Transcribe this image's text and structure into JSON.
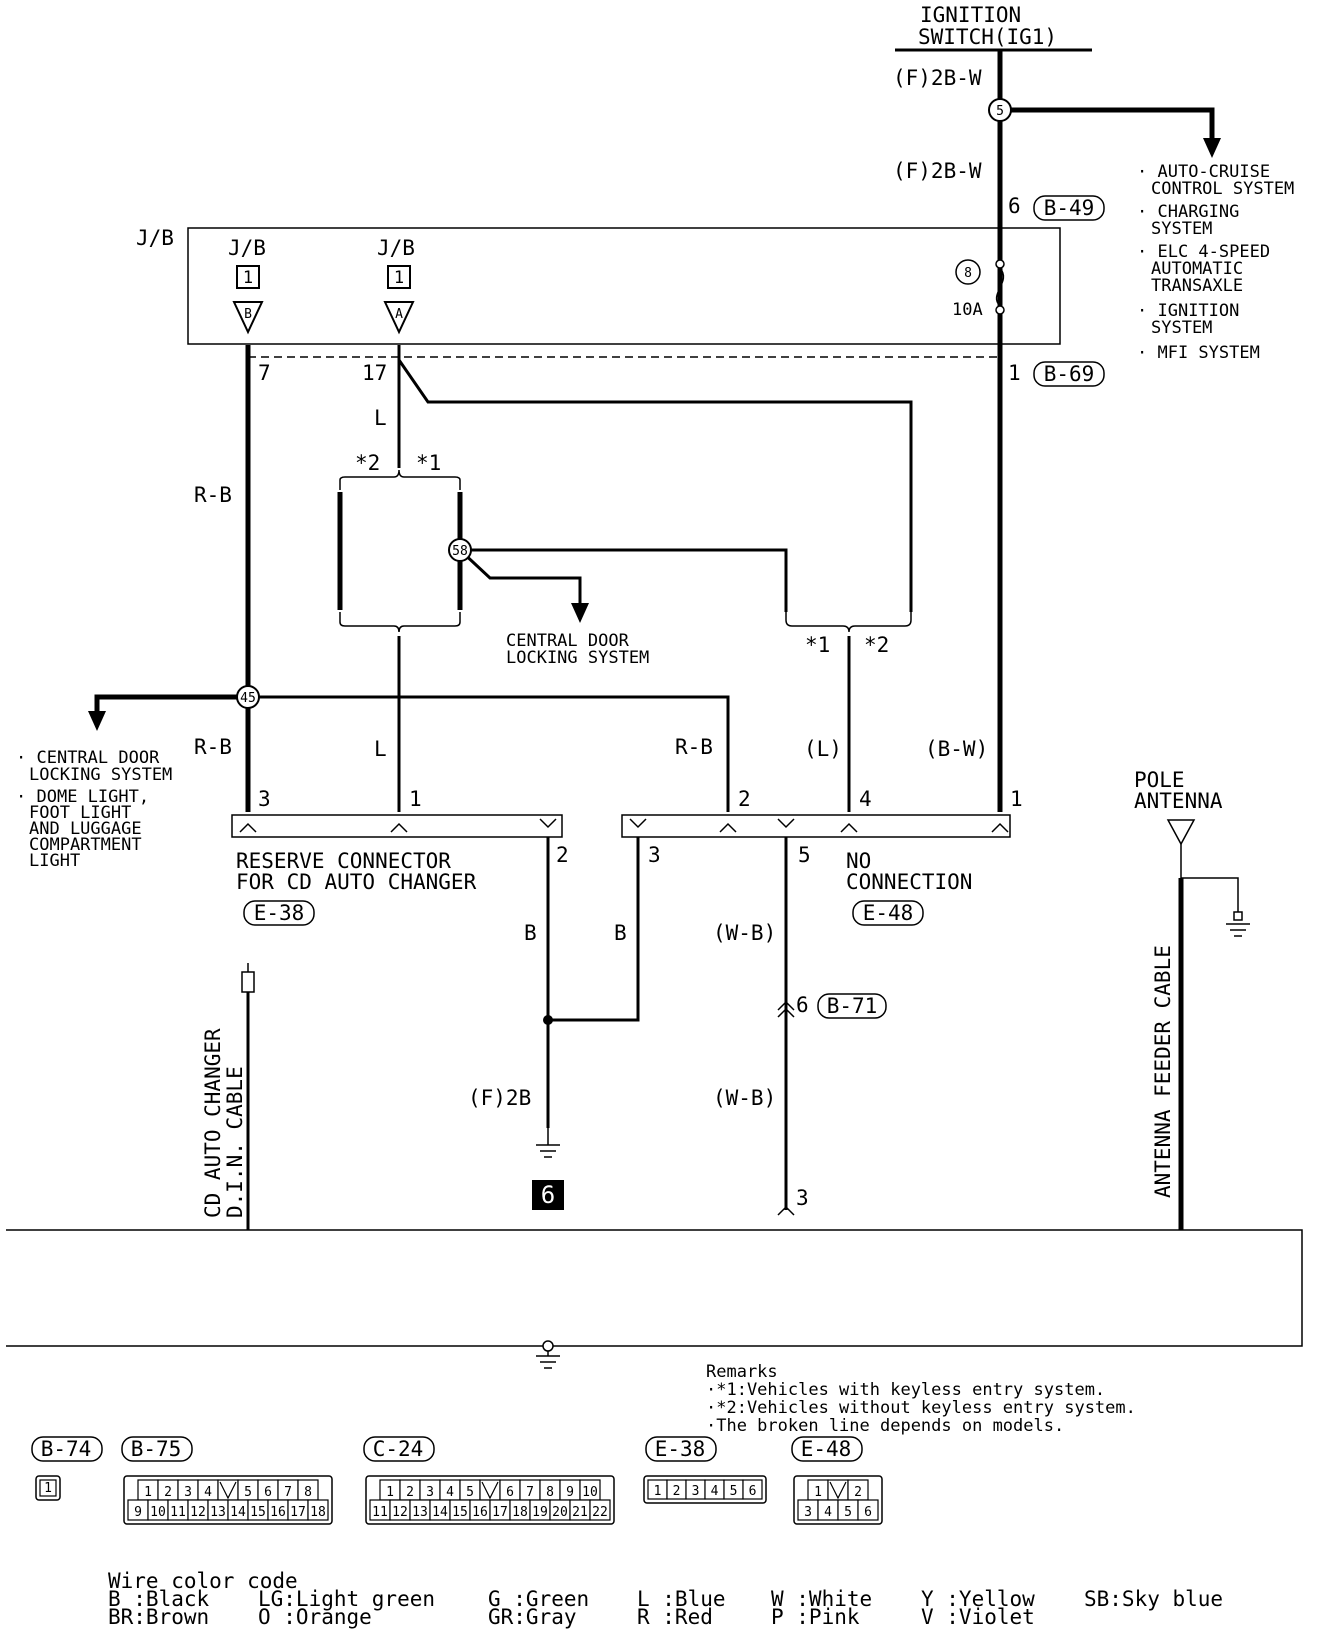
{
  "ignition": {
    "line1": "IGNITION",
    "line2": "SWITCH(IG1)"
  },
  "wires": {
    "f2bw_top": "(F)2B-W",
    "f2bw_mid": "(F)2B-W",
    "rb_left": "R-B",
    "rb_lower": "R-B",
    "rb_right": "R-B",
    "l_upper": "L",
    "l_lower": "L",
    "l_paren": "(L)",
    "bw_paren": "(B-W)",
    "b_left": "B",
    "b_right": "B",
    "wb_upper": "(W-B)",
    "wb_lower": "(W-B)",
    "f2b": "(F)2B"
  },
  "auto_systems": [
    [
      "AUTO-CRUISE",
      "CONTROL SYSTEM"
    ],
    [
      "CHARGING",
      "SYSTEM"
    ],
    [
      "ELC 4-SPEED",
      "AUTOMATIC",
      "TRANSAXLE"
    ],
    [
      "IGNITION",
      "SYSTEM"
    ],
    [
      "MFI SYSTEM"
    ]
  ],
  "left_systems": [
    [
      "CENTRAL DOOR",
      "LOCKING SYSTEM"
    ],
    [
      "DOME LIGHT,",
      "FOOT LIGHT",
      "AND LUGGAGE",
      "COMPARTMENT",
      "LIGHT"
    ]
  ],
  "central_door": [
    "CENTRAL DOOR",
    "LOCKING SYSTEM"
  ],
  "jb": {
    "label": "J/B",
    "left_conn": {
      "label": "J/B",
      "num": "1",
      "letter": "B"
    },
    "right_conn": {
      "label": "J/B",
      "num": "1",
      "letter": "A"
    },
    "fuse_num": "8",
    "fuse_amp": "10A"
  },
  "splices": {
    "s5": "5",
    "s58": "58",
    "s45": "45"
  },
  "pins": {
    "p6": "6",
    "p7": "7",
    "p17": "17",
    "p1_b69": "1",
    "e38_3": "3",
    "e38_1": "1",
    "e38_2": "2",
    "e48_2": "2",
    "e48_4": "4",
    "e48_1": "1",
    "e48_3": "3",
    "e48_5": "5",
    "b71_6": "6",
    "bottom_3": "3"
  },
  "connectors": {
    "b49": "B-49",
    "b69": "B-69",
    "b71": "B-71",
    "e38": "E-38",
    "e48": "E-48"
  },
  "notes": {
    "star2": "*2",
    "star1": "*1"
  },
  "reserve": [
    "RESERVE CONNECTOR",
    "FOR CD AUTO CHANGER"
  ],
  "no_connection": [
    "NO",
    "CONNECTION"
  ],
  "pole_antenna": [
    "POLE",
    "ANTENNA"
  ],
  "cd_cable": [
    "CD AUTO CHANGER",
    "D.I.N. CABLE"
  ],
  "antenna_cable": "ANTENNA FEEDER CABLE",
  "ground_num": "6",
  "remarks": {
    "title": "Remarks",
    "items": [
      "·*1:Vehicles with keyless entry system.",
      "·*2:Vehicles without keyless entry system.",
      "·The broken line depends on models."
    ]
  },
  "connector_views": [
    {
      "id": "B-74",
      "rows": [
        [
          "1"
        ]
      ]
    },
    {
      "id": "B-75",
      "rows": [
        [
          "1",
          "2",
          "3",
          "4",
          "",
          "5",
          "6",
          "7",
          "8"
        ],
        [
          "9",
          "10",
          "11",
          "12",
          "13",
          "14",
          "15",
          "16",
          "17",
          "18"
        ]
      ]
    },
    {
      "id": "C-24",
      "rows": [
        [
          "1",
          "2",
          "3",
          "4",
          "5",
          "",
          "6",
          "7",
          "8",
          "9",
          "10"
        ],
        [
          "11",
          "12",
          "13",
          "14",
          "15",
          "16",
          "17",
          "18",
          "19",
          "20",
          "21",
          "22"
        ]
      ]
    },
    {
      "id": "E-38",
      "rows": [
        [
          "1",
          "2",
          "3",
          "4",
          "5",
          "6"
        ]
      ]
    },
    {
      "id": "E-48",
      "rows": [
        [
          "1",
          "",
          "2"
        ],
        [
          "3",
          "4",
          "5",
          "6"
        ]
      ]
    }
  ],
  "wire_codes": {
    "title": "Wire color code",
    "entries": [
      [
        "B :Black",
        "BR:Brown"
      ],
      [
        "LG:Light green",
        "O :Orange"
      ],
      [
        "G :Green",
        "GR:Gray"
      ],
      [
        "L :Blue",
        "R :Red"
      ],
      [
        "W :White",
        "P :Pink"
      ],
      [
        "Y :Yellow",
        "V :Violet"
      ],
      [
        "SB:Sky blue"
      ]
    ]
  }
}
